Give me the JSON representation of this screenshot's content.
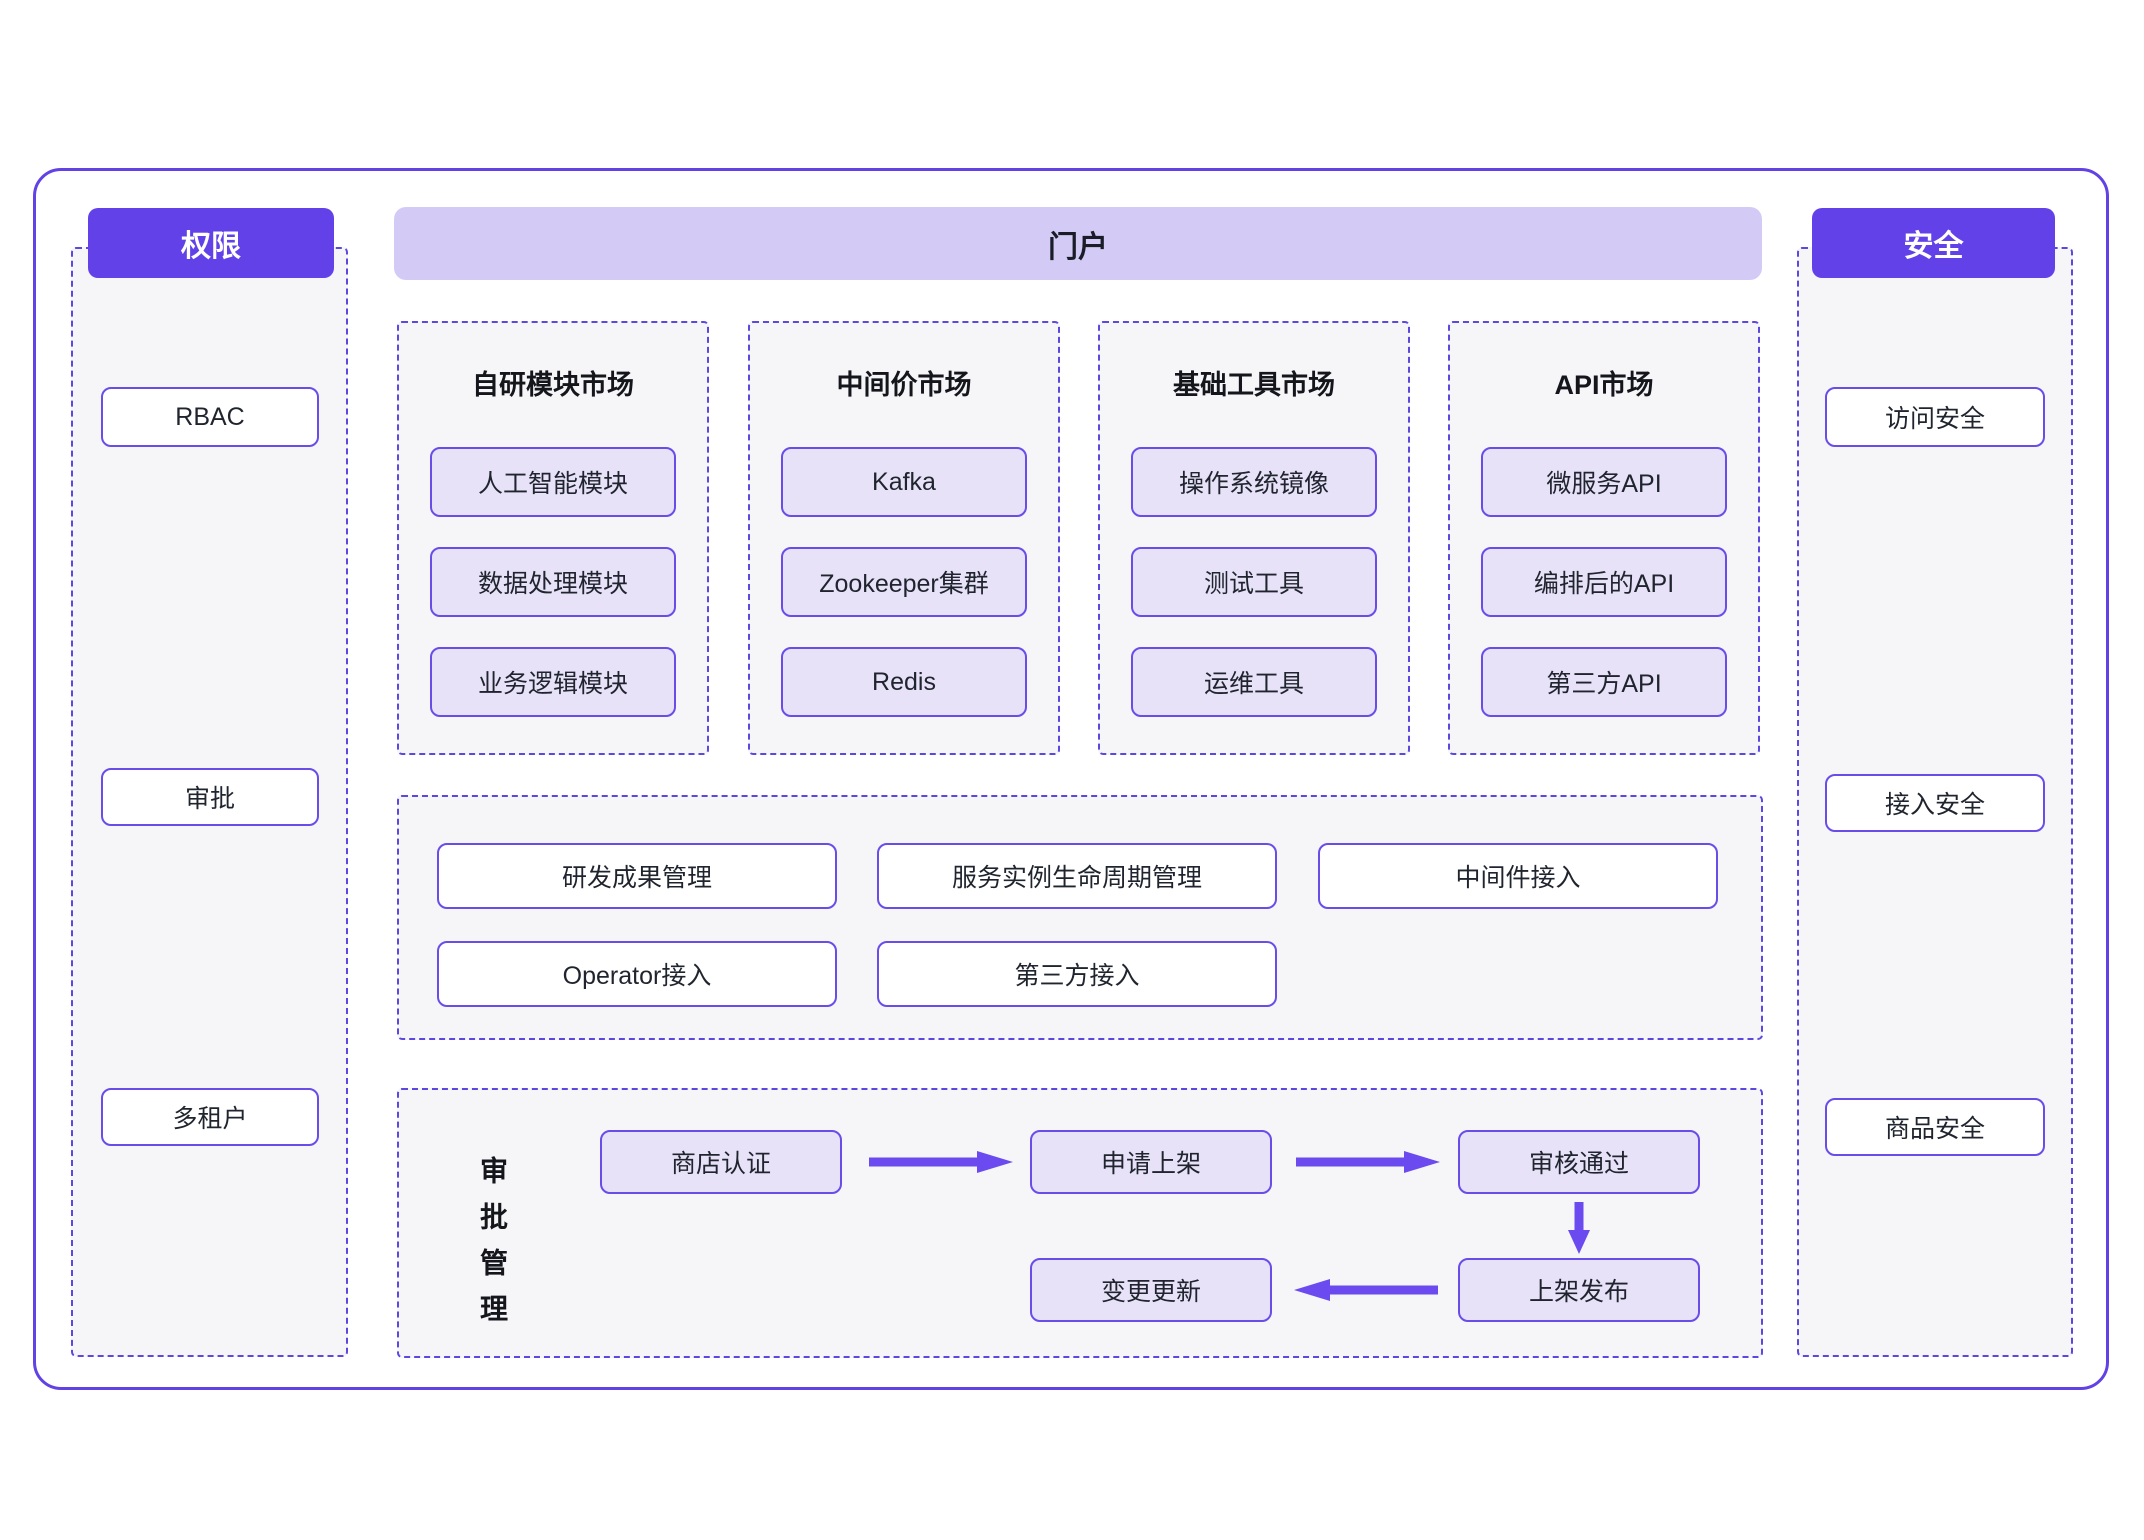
{
  "colors": {
    "accent_purple": "#6242e8",
    "banner_light_purple": "#d3cbf5",
    "item_fill_purple": "#e7e2f8",
    "box_border_purple": "#6a4ce8",
    "dashed_border_purple": "#5b48e0",
    "panel_background": "#f6f6f9",
    "arrow_purple": "#6b4bf0",
    "text_dark": "#1f242e"
  },
  "left_panel": {
    "header": "权限",
    "items": [
      "RBAC",
      "审批",
      "多租户"
    ]
  },
  "portal": {
    "header": "门户"
  },
  "marketplaces": [
    {
      "title": "自研模块市场",
      "items": [
        "人工智能模块",
        "数据处理模块",
        "业务逻辑模块"
      ]
    },
    {
      "title": "中间价市场",
      "items": [
        "Kafka",
        "Zookeeper集群",
        "Redis"
      ]
    },
    {
      "title": "基础工具市场",
      "items": [
        "操作系统镜像",
        "测试工具",
        "运维工具"
      ]
    },
    {
      "title": "API市场",
      "items": [
        "微服务API",
        "编排后的API",
        "第三方API"
      ]
    }
  ],
  "management": {
    "row1": [
      "研发成果管理",
      "服务实例生命周期管理",
      "中间件接入"
    ],
    "row2": [
      "Operator接入",
      "第三方接入"
    ]
  },
  "approval": {
    "vertical_label": "审批管理",
    "steps": [
      "商店认证",
      "申请上架",
      "审核通过",
      "上架发布",
      "变更更新"
    ]
  },
  "right_panel": {
    "header": "安全",
    "items": [
      "访问安全",
      "接入安全",
      "商品安全"
    ]
  }
}
